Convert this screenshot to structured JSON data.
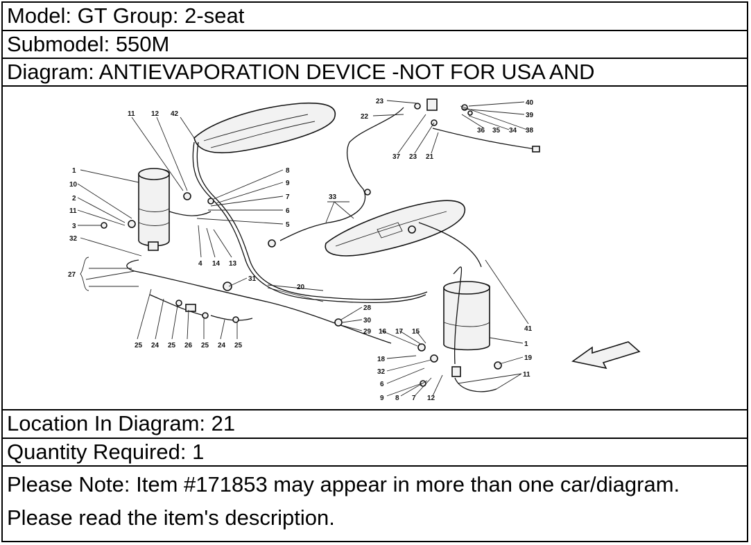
{
  "info": {
    "model": "Model: GT Group: 2-seat",
    "submodel": "Submodel: 550M",
    "diagram": "Diagram: ANTIEVAPORATION DEVICE -NOT FOR USA AND",
    "location": "Location In Diagram: 21",
    "quantity": "Quantity Required: 1",
    "note": "Please Note: Item #171853 may appear in more than one car/diagram. Please read the item's description."
  },
  "diagram_labels": {
    "l23a": "23",
    "l22": "22",
    "l40": "40",
    "l39": "39",
    "l36": "36",
    "l35": "35",
    "l34": "34",
    "l38": "38",
    "l37": "37",
    "l23b": "23",
    "l21": "21",
    "l11a": "11",
    "l12a": "12",
    "l42": "42",
    "l1a": "1",
    "l10": "10",
    "l2": "2",
    "l11b": "11",
    "l3": "3",
    "l32a": "32",
    "l8a": "8",
    "l9a": "9",
    "l7a": "7",
    "l6a": "6",
    "l5": "5",
    "l4": "4",
    "l14": "14",
    "l13": "13",
    "l33": "33",
    "l27": "27",
    "l31": "31",
    "l20": "20",
    "l25a": "25",
    "l24a": "24",
    "l25b": "25",
    "l26": "26",
    "l25c": "25",
    "l24b": "24",
    "l25d": "25",
    "l28": "28",
    "l30": "30",
    "l29": "29",
    "l16": "16",
    "l17": "17",
    "l15": "15",
    "l18": "18",
    "l32b": "32",
    "l6b": "6",
    "l9b": "9",
    "l8b": "8",
    "l7b": "7",
    "l12b": "12",
    "l41": "41",
    "l1b": "1",
    "l19": "19",
    "l11c": "11"
  }
}
